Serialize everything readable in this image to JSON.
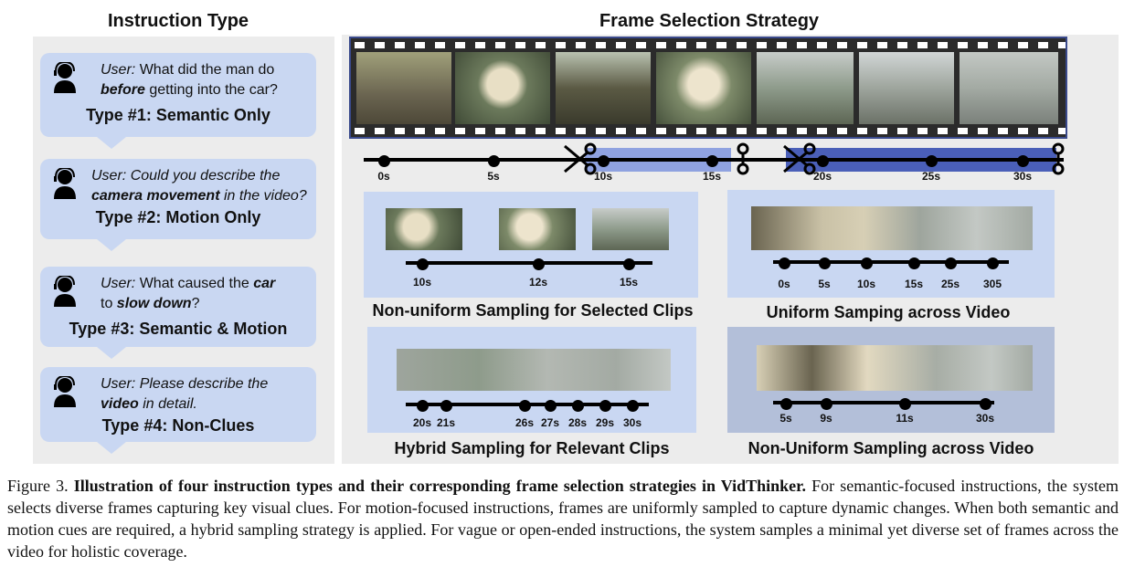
{
  "left": {
    "title": "Instruction Type",
    "types": [
      {
        "user": "User:",
        "q_pre": "What did the man do",
        "q_bold": "before",
        "q_post": "getting into the car?",
        "type": "Type #1: Semantic Only"
      },
      {
        "user": "User:",
        "q_pre": "Could you describe the",
        "q_bold": "camera movement",
        "q_post": "in the video?",
        "type": "Type #2: Motion Only"
      },
      {
        "user": "User:",
        "q_pre": "What caused the",
        "q_bold": "car",
        "q_bold2": "slow down",
        "q_mid": "to",
        "q_post": "?",
        "type": "Type #3: Semantic & Motion"
      },
      {
        "user": "User:",
        "q_pre": "Please describe the",
        "q_bold": "video",
        "q_post": "in detail.",
        "type": "Type #4: Non-Clues"
      }
    ]
  },
  "right": {
    "title": "Frame Selection Strategy",
    "main_timeline": [
      "0s",
      "5s",
      "10s",
      "15s",
      "20s",
      "25s",
      "30s"
    ],
    "panels": [
      {
        "label": "Non-uniform Sampling for Selected Clips",
        "ticks": [
          "10s",
          "12s",
          "15s"
        ]
      },
      {
        "label": "Uniform Samping across Video",
        "ticks": [
          "0s",
          "5s",
          "10s",
          "15s",
          "25s",
          "305"
        ]
      },
      {
        "label": "Hybrid Sampling for Relevant Clips",
        "ticks": [
          "20s",
          "21s",
          "26s",
          "27s",
          "28s",
          "29s",
          "30s"
        ]
      },
      {
        "label": "Non-Uniform Sampling across Video",
        "ticks": [
          "5s",
          "9s",
          "11s",
          "30s"
        ]
      }
    ]
  },
  "caption": {
    "prefix": "Figure 3.",
    "bold": "Illustration of four instruction types and their corresponding frame selection strategies in VidThinker.",
    "text": "For semantic-focused instructions, the system selects diverse frames capturing key visual clues. For motion-focused instructions, frames are uniformly sampled to capture dynamic changes. When both semantic and motion cues are required, a hybrid sampling strategy is applied. For vague or open-ended instructions, the system samples a minimal yet diverse set of frames across the video for holistic coverage."
  },
  "colors": {
    "bubble": "#c9d7f2",
    "panel_light": "#c9d7f2",
    "panel_dark": "#b3bfd9",
    "highlight_light": "#8fa2e0",
    "highlight_dark": "#4a5fb8"
  }
}
